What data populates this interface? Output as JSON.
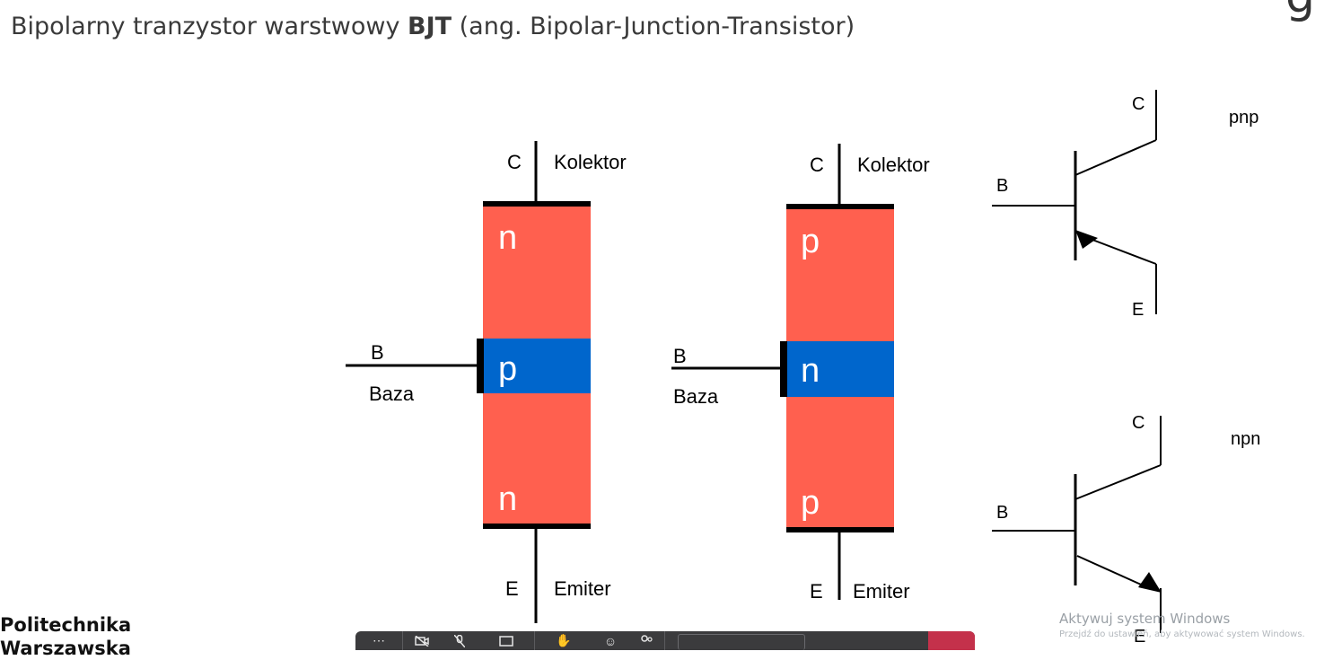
{
  "header": {
    "subtitle_prefix": "Bipolarny tranzystor warstwowy ",
    "subtitle_bold": "BJT",
    "subtitle_suffix": " (ang. Bipolar-Junction-Transistor)",
    "corner_glyph": "g"
  },
  "npn_structure": {
    "terminal_c": "C",
    "collector_name": "Kolektor",
    "layer_top": "n",
    "layer_mid": "p",
    "layer_bottom": "n",
    "terminal_b": "B",
    "base_name": "Baza",
    "terminal_e": "E",
    "emitter_name": "Emiter"
  },
  "pnp_structure": {
    "terminal_c": "C",
    "collector_name": "Kolektor",
    "layer_top": "p",
    "layer_mid": "n",
    "layer_bottom": "p",
    "terminal_b": "B",
    "base_name": "Baza",
    "terminal_e": "E",
    "emitter_name": "Emiter"
  },
  "pnp_symbol": {
    "terminal_c": "C",
    "terminal_b": "B",
    "terminal_e": "E",
    "type_label": "pnp"
  },
  "npn_symbol": {
    "terminal_c": "C",
    "terminal_b": "B",
    "terminal_e": "E",
    "type_label": "npn"
  },
  "colors": {
    "outer_layer": "#ff604f",
    "base_layer": "#0066cc"
  },
  "logo": {
    "line1": "Politechnika",
    "line2": "Warszawska"
  },
  "watermark": {
    "title": "Aktywuj system Windows",
    "hint": "Przejdź do ustawień, aby aktywować system Windows."
  },
  "toolbar": {
    "icons": [
      "more-icon",
      "video-off-icon",
      "mic-off-icon",
      "share-screen-icon",
      "raise-hand-icon",
      "reactions-icon",
      "participants-icon"
    ]
  }
}
